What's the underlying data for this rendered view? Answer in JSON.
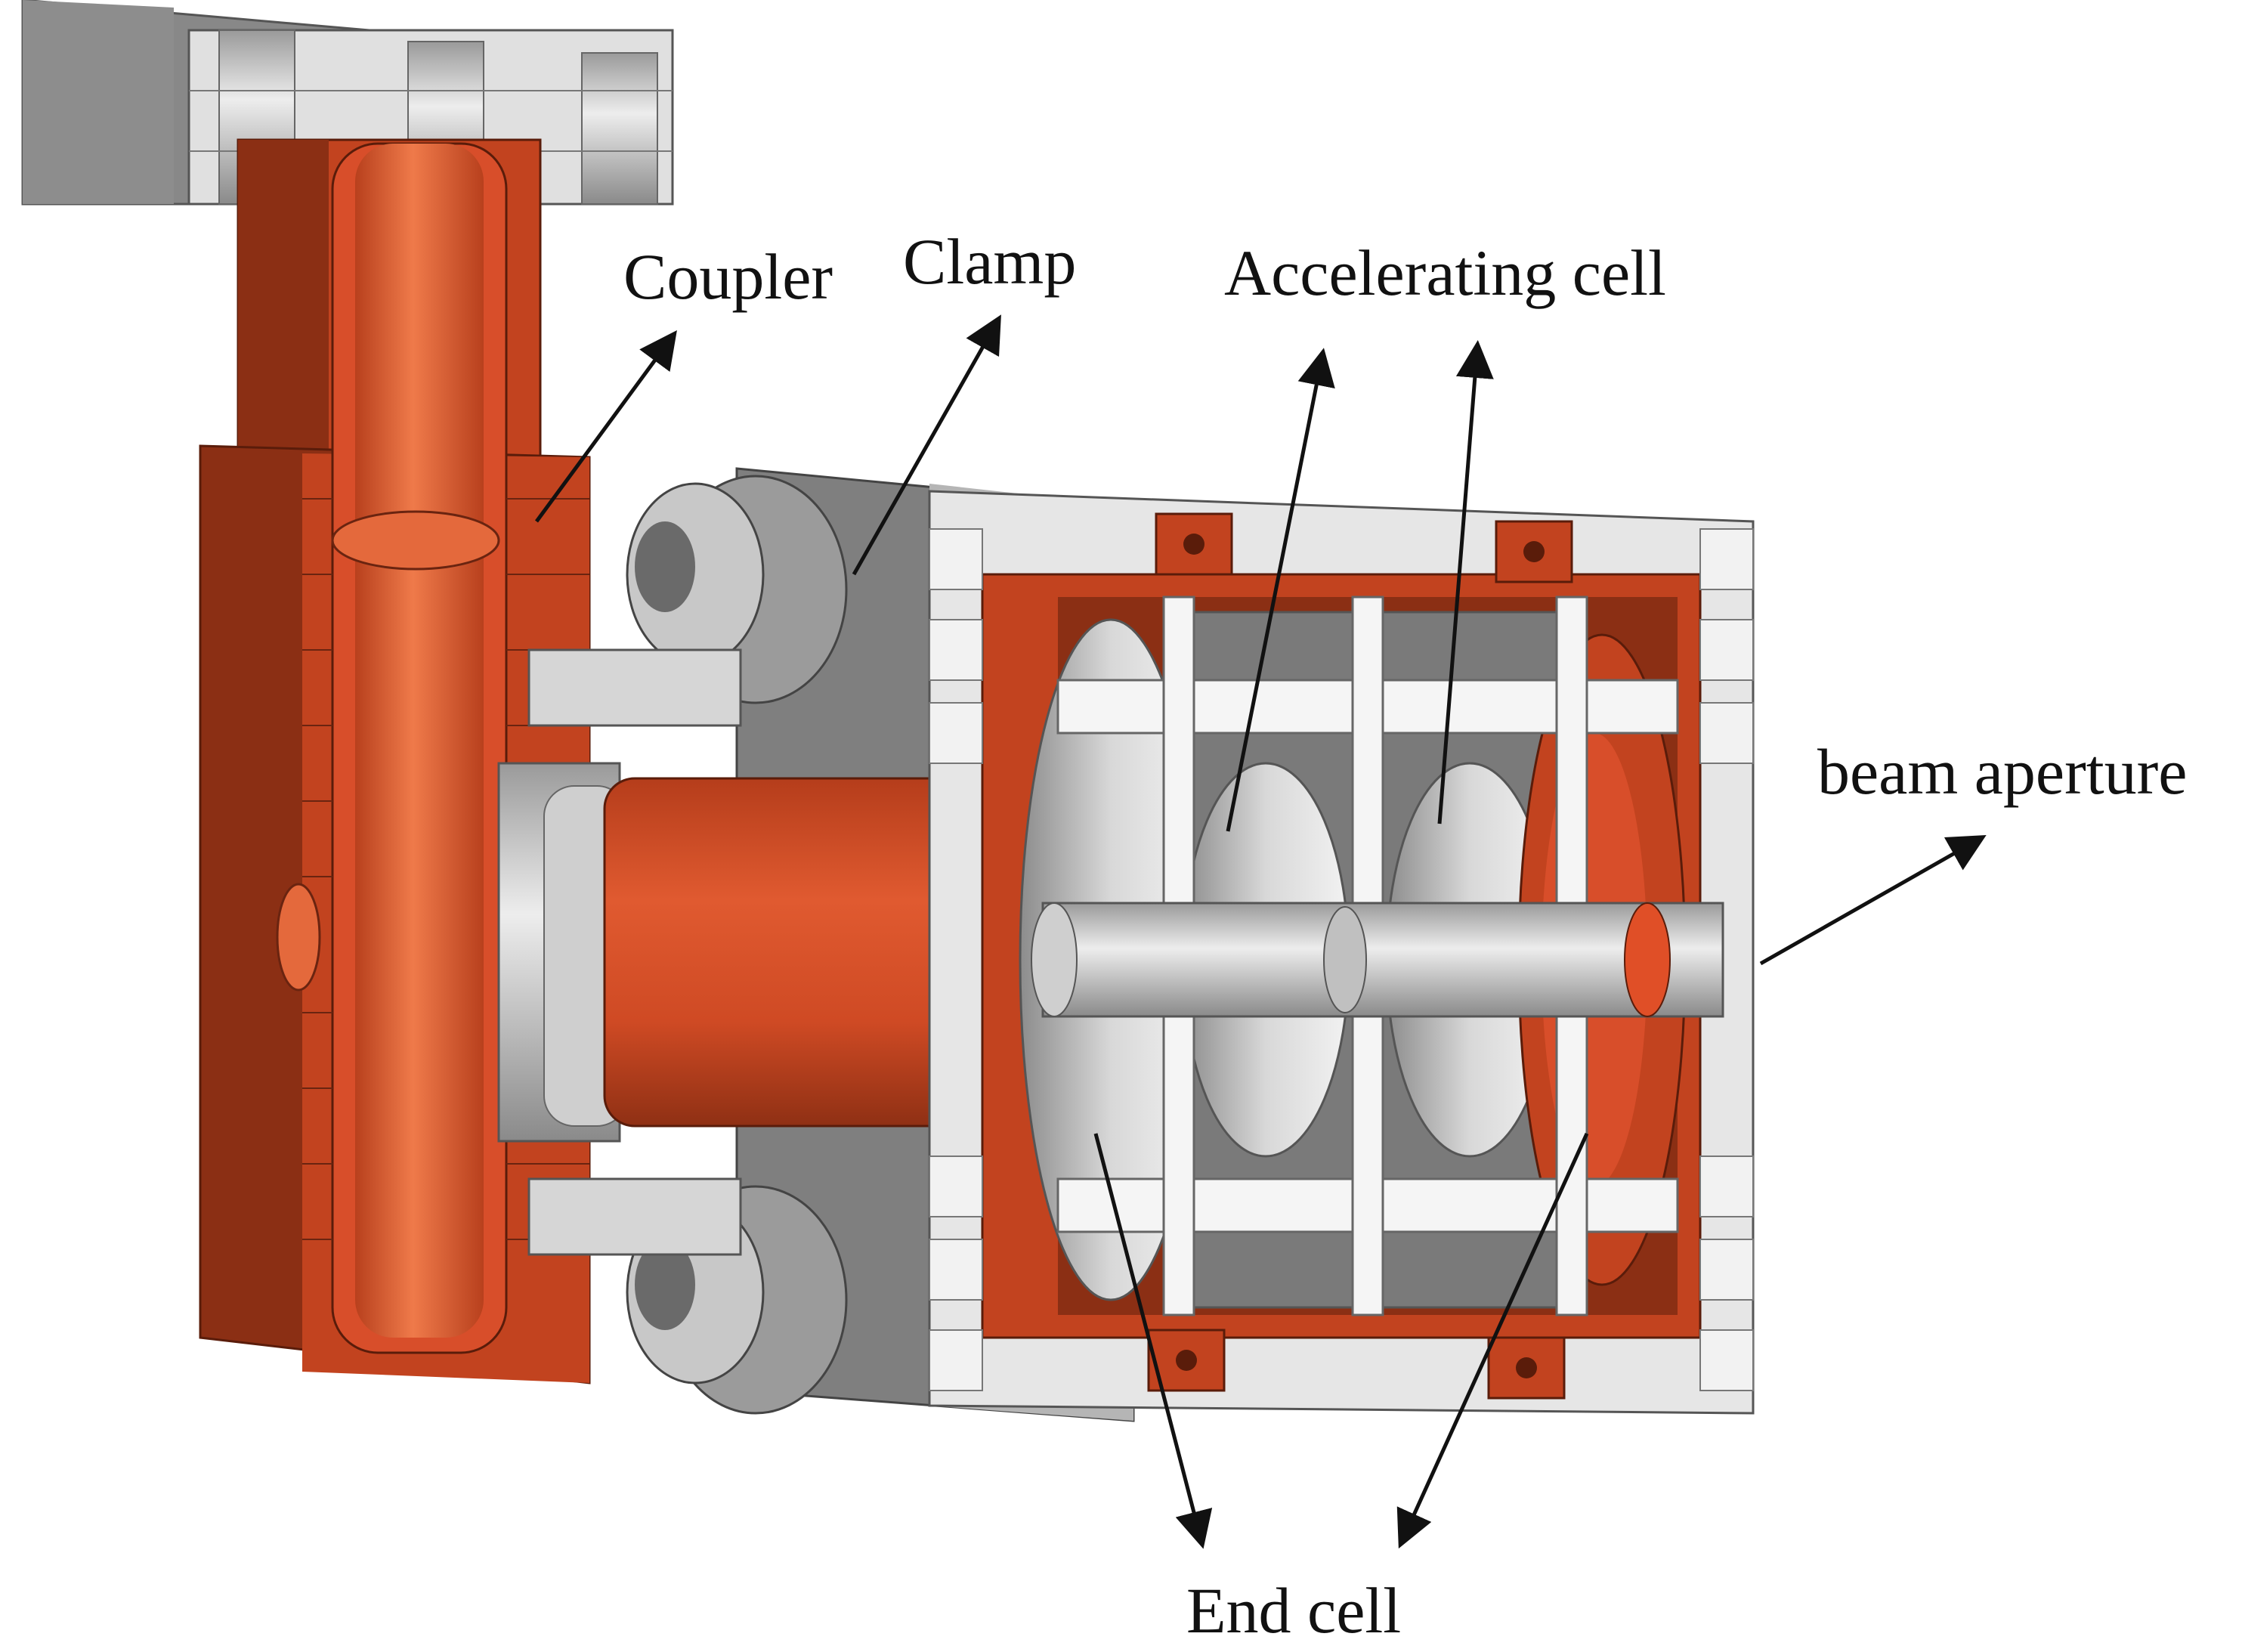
{
  "labels": {
    "coupler": "Coupler",
    "clamp": "Clamp",
    "accelerating_cell": "Accelerating cell",
    "beam_aperture": "beam aperture",
    "end_cell": "End cell"
  },
  "colors": {
    "copper_light": "#d84e2a",
    "copper_mid": "#c2431f",
    "copper_dark": "#8b2f14",
    "steel_light": "#e6e6e6",
    "steel_mid": "#b5b5b5",
    "steel_dark": "#7f7f7f",
    "line": "#1a1a1a"
  }
}
